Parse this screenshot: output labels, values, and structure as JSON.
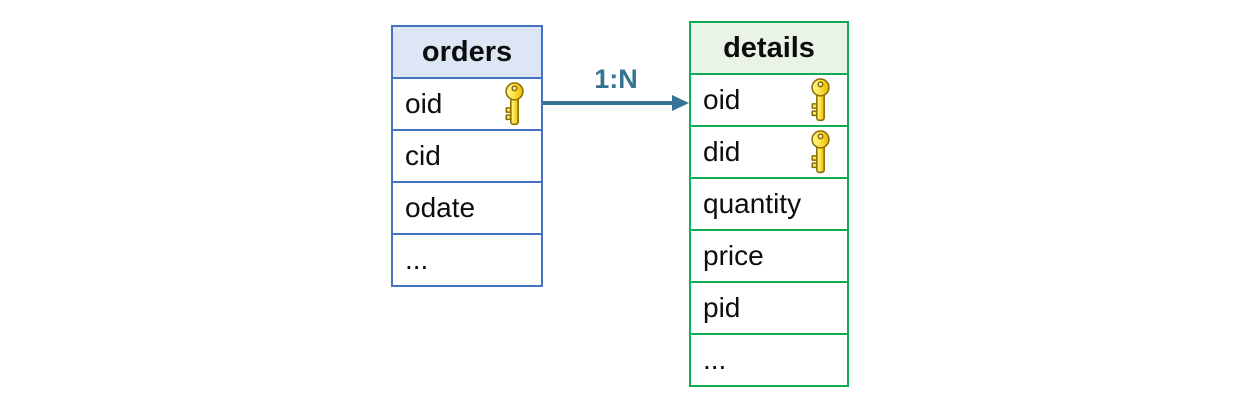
{
  "tables": [
    {
      "name": "orders",
      "border_color": "#4472C4",
      "header_fill": "#DCE6F5",
      "rows": [
        {
          "label": "oid",
          "key": true
        },
        {
          "label": "cid",
          "key": false
        },
        {
          "label": "odate",
          "key": false
        },
        {
          "label": "...",
          "key": false
        }
      ]
    },
    {
      "name": "details",
      "border_color": "#12AB55",
      "header_fill": "#E9F4E7",
      "rows": [
        {
          "label": "oid",
          "key": true
        },
        {
          "label": "did",
          "key": true
        },
        {
          "label": "quantity",
          "key": false
        },
        {
          "label": "price",
          "key": false
        },
        {
          "label": "pid",
          "key": false
        },
        {
          "label": "...",
          "key": false
        }
      ]
    }
  ],
  "relationship": {
    "label": "1:N",
    "from": "orders.oid",
    "to": "details.oid",
    "arrow_color": "#357492"
  },
  "icons": {
    "primary_key": "gold-key-icon",
    "key_fill_light": "#FDF6A3",
    "key_fill_dark": "#E8B800",
    "key_outline": "#8A6D00"
  }
}
